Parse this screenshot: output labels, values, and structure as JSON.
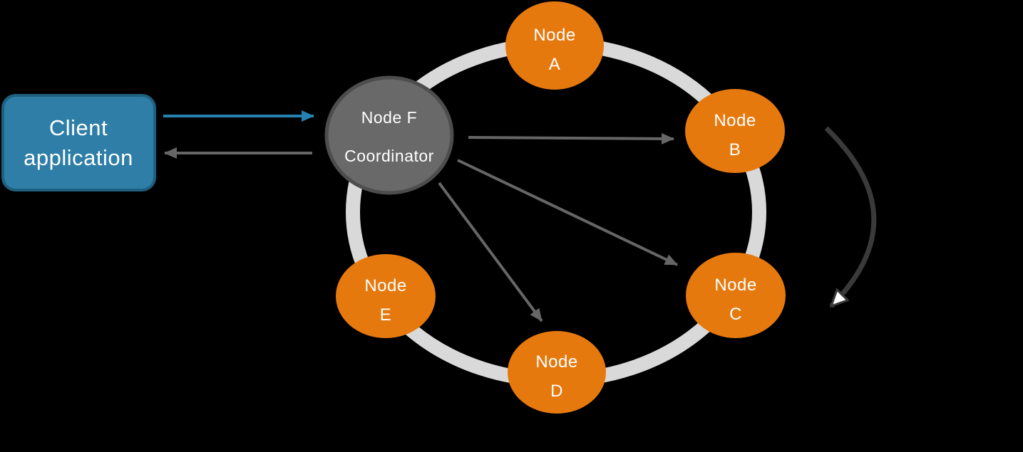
{
  "client_box": {
    "line1": "Client",
    "line2": "application"
  },
  "coordinator": {
    "line1": "Node F",
    "line2": "Coordinator"
  },
  "nodes": [
    {
      "id": "A",
      "line1": "Node",
      "line2": "A"
    },
    {
      "id": "B",
      "line1": "Node",
      "line2": "B"
    },
    {
      "id": "C",
      "line1": "Node",
      "line2": "C"
    },
    {
      "id": "D",
      "line1": "Node",
      "line2": "D"
    },
    {
      "id": "E",
      "line1": "Node",
      "line2": "E"
    }
  ],
  "colors": {
    "background": "#000000",
    "node_fill": "#E6790E",
    "coordinator_fill": "#696969",
    "coordinator_border": "#4D4D4D",
    "ring": "#D9D9D9",
    "client_fill": "#2E7EA8",
    "client_border": "#1E607F",
    "arrow_gray": "#666666",
    "arrow_blue": "#2581B2",
    "loop_arrow": "#3A3A3A",
    "text": "#FFFFFF"
  }
}
